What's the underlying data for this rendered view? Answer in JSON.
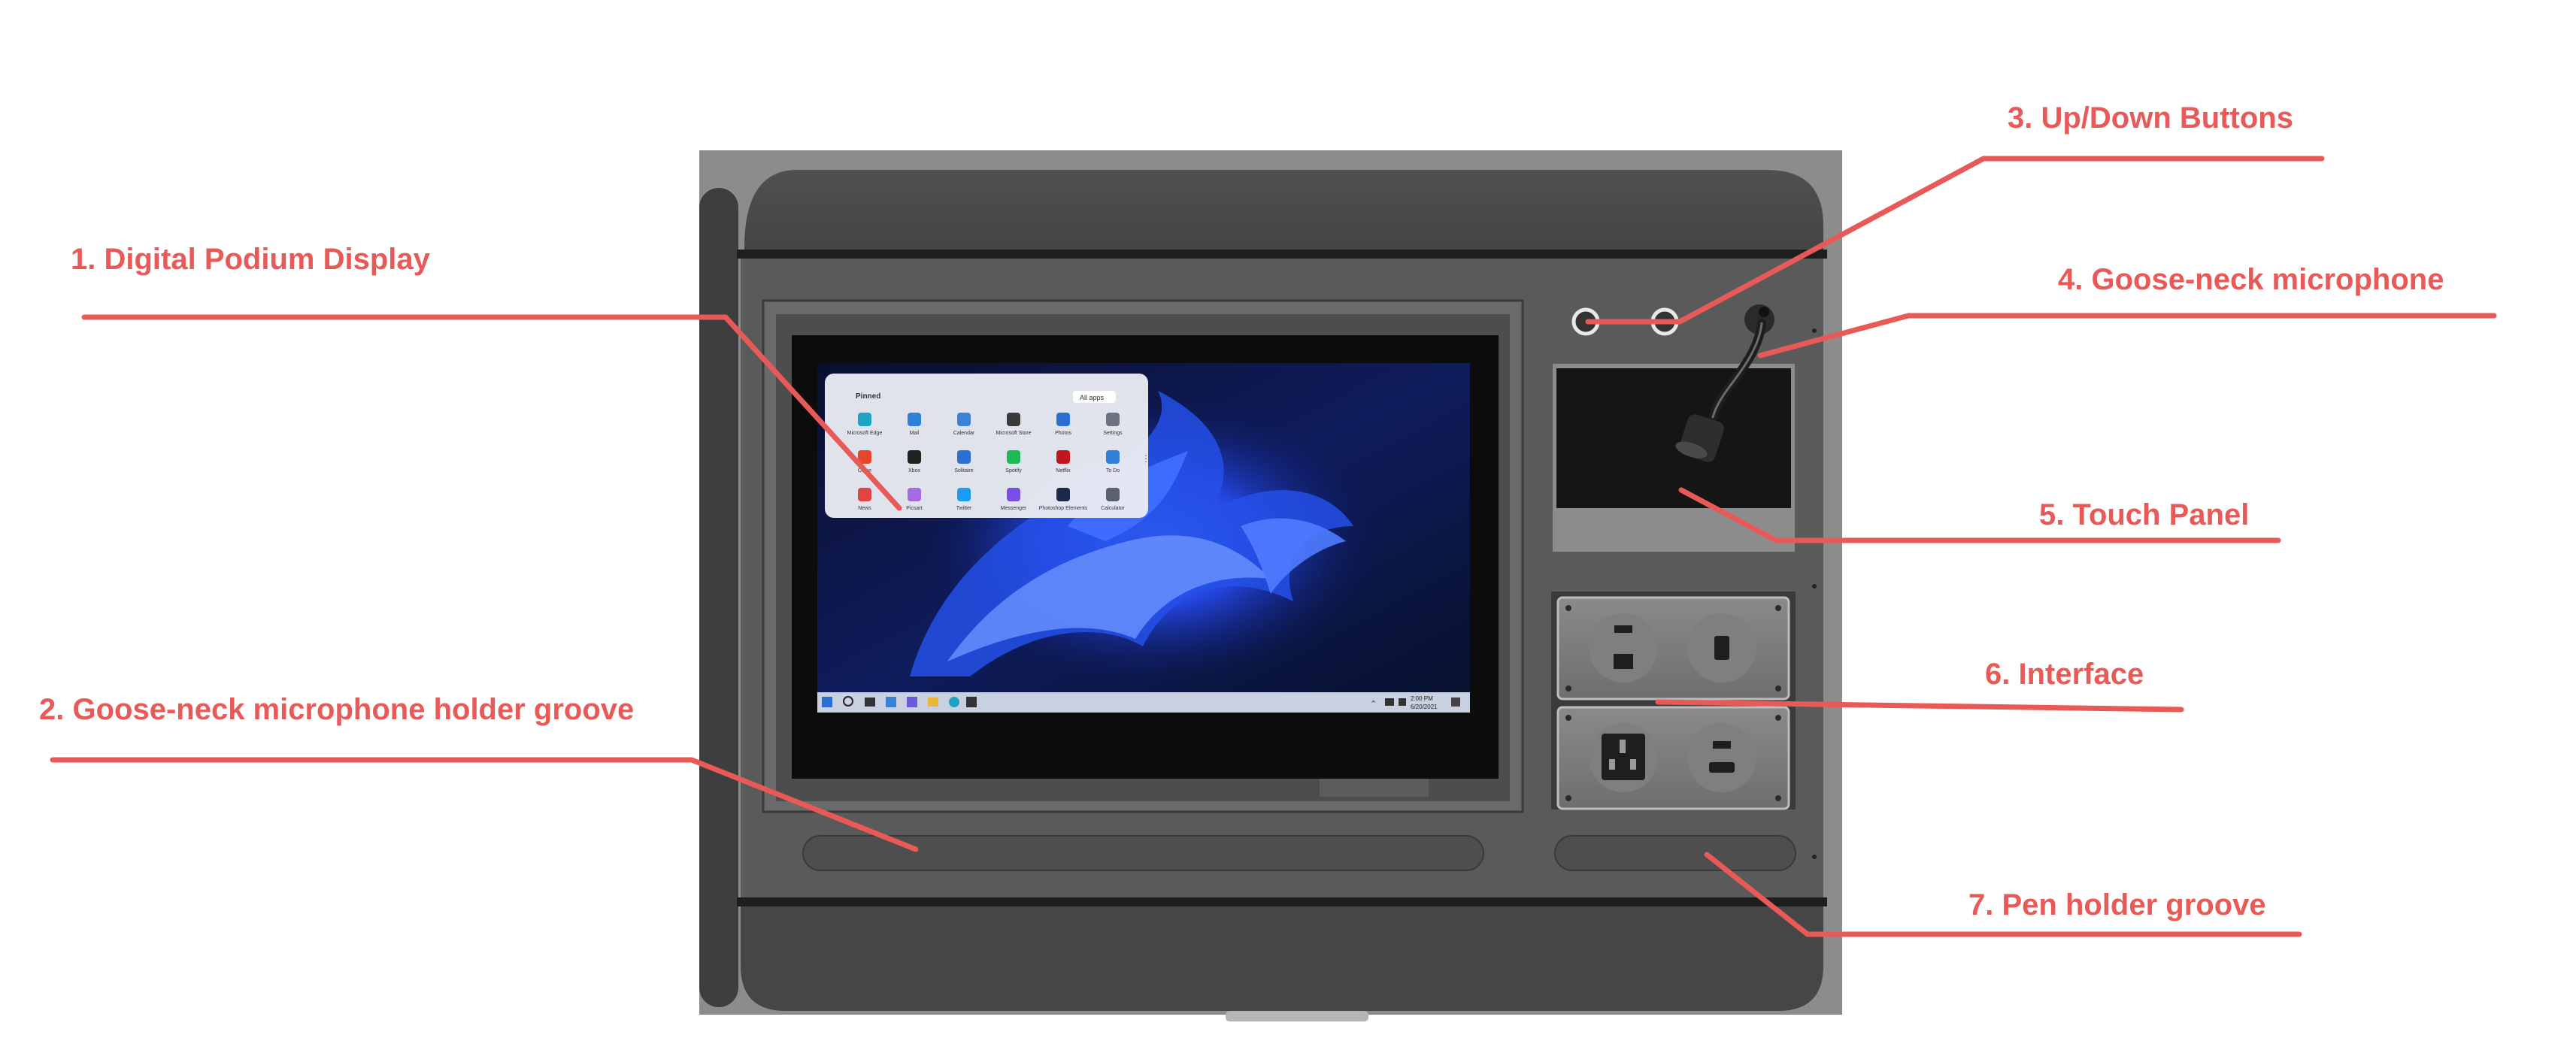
{
  "colors": {
    "accent": "#e85a57",
    "podium_dark": "#4a4a4a",
    "podium_frame": "#555555",
    "screen_black": "#111111",
    "wallpaper_blue": "#1f3fd6"
  },
  "callouts": [
    {
      "id": "display",
      "label": "1. Digital Podium Display"
    },
    {
      "id": "mic-groove",
      "label": "2. Goose-neck microphone holder groove"
    },
    {
      "id": "updown",
      "label": "3. Up/Down Buttons"
    },
    {
      "id": "microphone",
      "label": "4. Goose-neck microphone"
    },
    {
      "id": "touch-panel",
      "label": "5. Touch Panel"
    },
    {
      "id": "interface",
      "label": "6. Interface"
    },
    {
      "id": "pen-groove",
      "label": "7. Pen holder groove"
    }
  ],
  "start_menu": {
    "pinned_label": "Pinned",
    "all_apps_label": "All apps",
    "apps": [
      {
        "name": "Microsoft Edge",
        "icon": "edge-icon",
        "color": "#1fa3c4"
      },
      {
        "name": "Mail",
        "icon": "mail-icon",
        "color": "#2f7fd9"
      },
      {
        "name": "Calendar",
        "icon": "calendar-icon",
        "color": "#3b82d6"
      },
      {
        "name": "Microsoft Store",
        "icon": "store-icon",
        "color": "#3a3a3a"
      },
      {
        "name": "Photos",
        "icon": "photos-icon",
        "color": "#2a6fd1"
      },
      {
        "name": "Settings",
        "icon": "settings-icon",
        "color": "#6b7280"
      },
      {
        "name": "Office",
        "icon": "office-icon",
        "color": "#e8452c"
      },
      {
        "name": "Xbox",
        "icon": "xbox-icon",
        "color": "#222222"
      },
      {
        "name": "Solitaire",
        "icon": "solitaire-icon",
        "color": "#2a6fd1"
      },
      {
        "name": "Spotify",
        "icon": "spotify-icon",
        "color": "#1db954"
      },
      {
        "name": "Netflix",
        "icon": "netflix-icon",
        "color": "#c0161f"
      },
      {
        "name": "To Do",
        "icon": "todo-icon",
        "color": "#2f7fd9"
      },
      {
        "name": "News",
        "icon": "news-icon",
        "color": "#e04444"
      },
      {
        "name": "Picsart",
        "icon": "picsart-icon",
        "color": "#a56be0"
      },
      {
        "name": "Twitter",
        "icon": "twitter-icon",
        "color": "#1d9bf0"
      },
      {
        "name": "Messenger",
        "icon": "messenger-icon",
        "color": "#7b4ee8"
      },
      {
        "name": "Photoshop Elements",
        "icon": "photoshop-icon",
        "color": "#1b2a4a"
      },
      {
        "name": "Calculator",
        "icon": "calculator-icon",
        "color": "#5b6170"
      }
    ]
  },
  "taskbar": {
    "time": "2:00 PM",
    "date": "6/20/2021"
  }
}
